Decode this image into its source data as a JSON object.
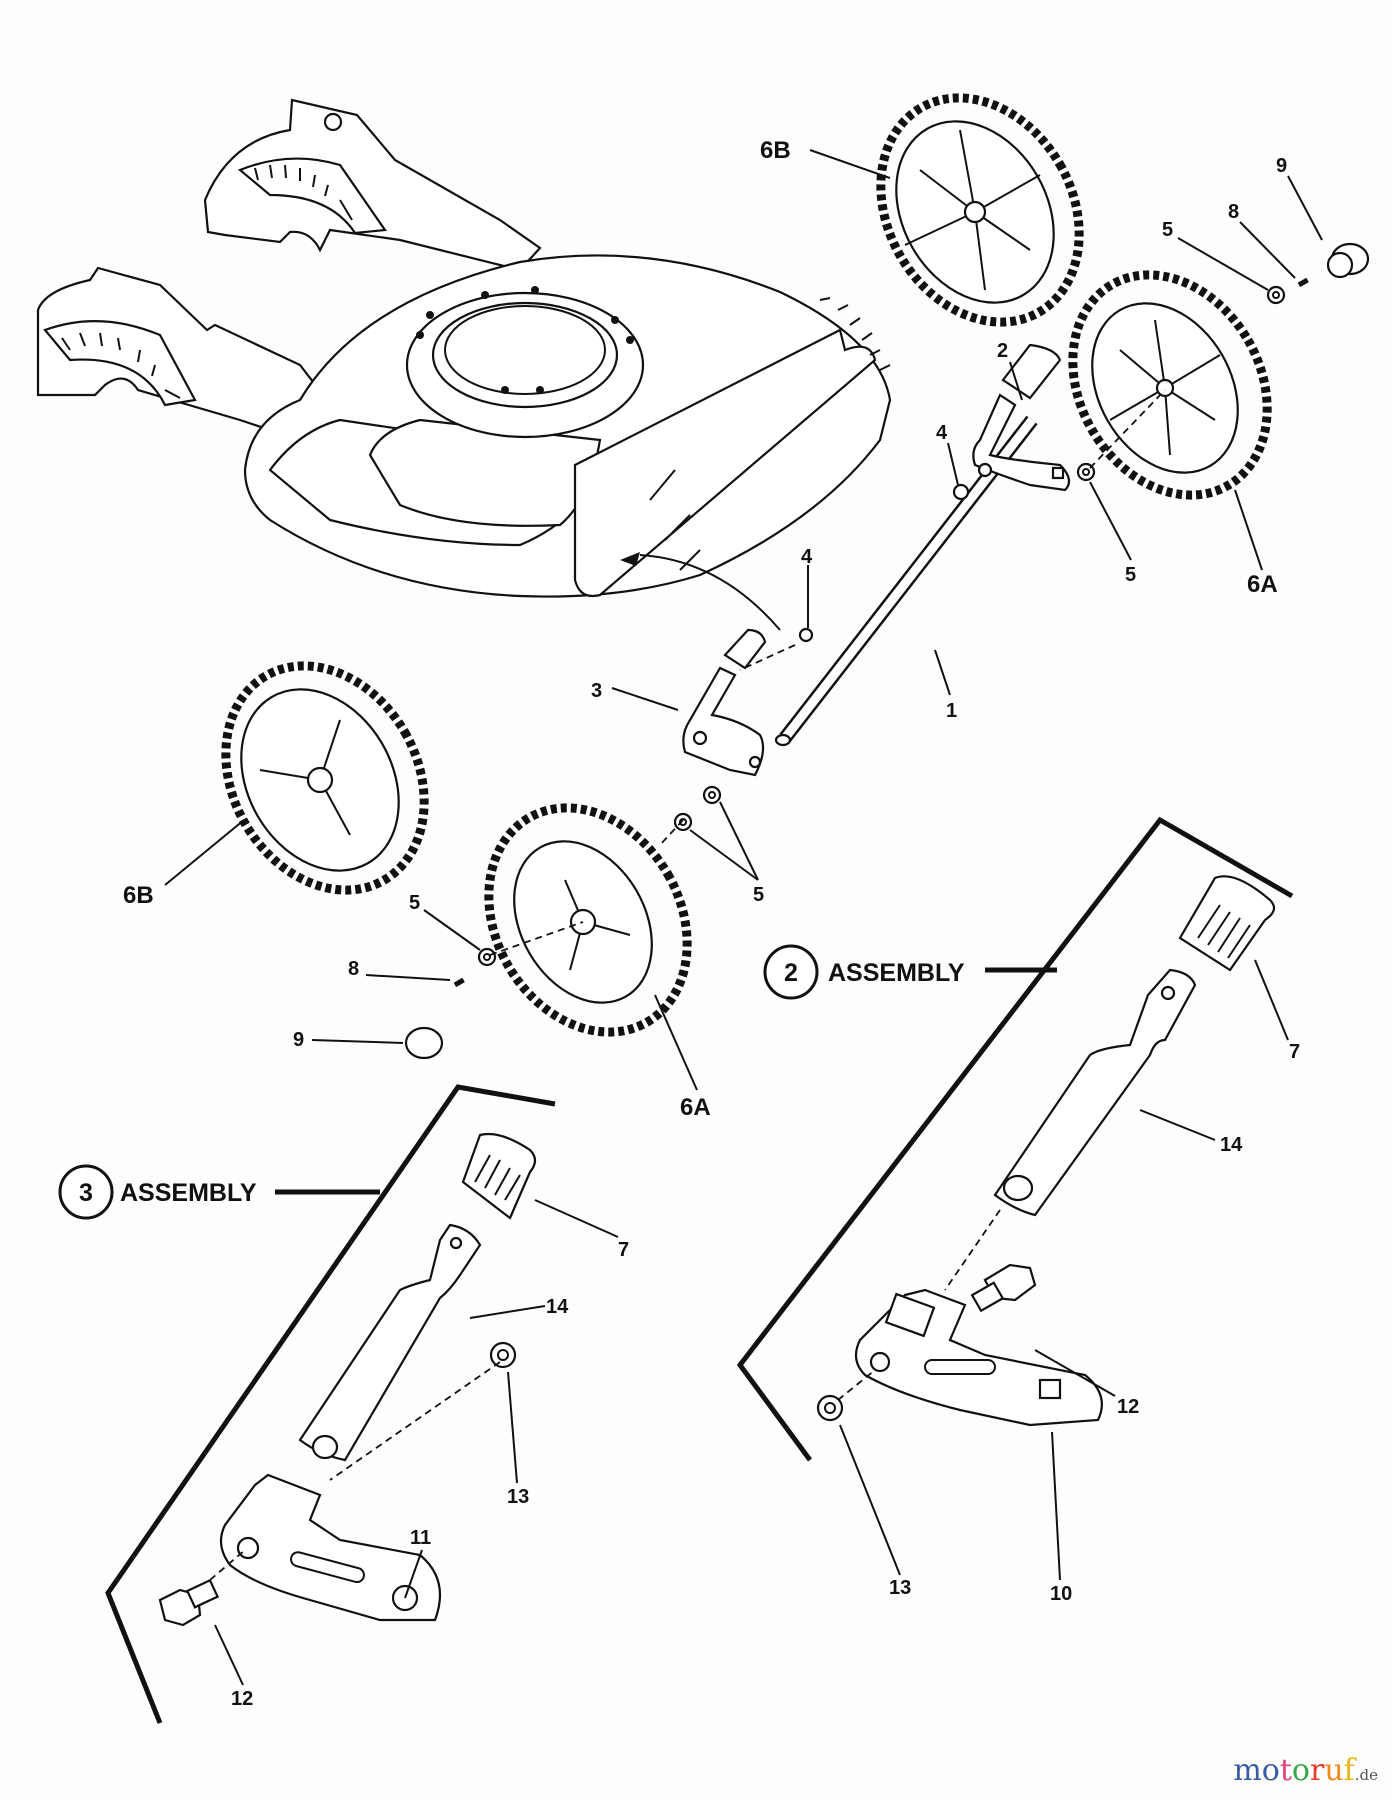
{
  "diagram": {
    "type": "exploded-parts-diagram",
    "subject": "lawn mower deck, wheels and height adjusters",
    "callouts": [
      {
        "id": "c-6b-top",
        "text": "6B"
      },
      {
        "id": "c-9-top",
        "text": "9"
      },
      {
        "id": "c-8-top",
        "text": "8"
      },
      {
        "id": "c-5-top",
        "text": "5"
      },
      {
        "id": "c-2",
        "text": "2"
      },
      {
        "id": "c-4-a",
        "text": "4"
      },
      {
        "id": "c-5-right",
        "text": "5"
      },
      {
        "id": "c-6a-right",
        "text": "6A"
      },
      {
        "id": "c-4-b",
        "text": "4"
      },
      {
        "id": "c-3",
        "text": "3"
      },
      {
        "id": "c-1",
        "text": "1"
      },
      {
        "id": "c-6b-left",
        "text": "6B"
      },
      {
        "id": "c-5-pair",
        "text": "5"
      },
      {
        "id": "c-5-left",
        "text": "5"
      },
      {
        "id": "c-8-left",
        "text": "8"
      },
      {
        "id": "c-9-left",
        "text": "9"
      },
      {
        "id": "c-6a-left",
        "text": "6A"
      },
      {
        "id": "c-7-asm2",
        "text": "7"
      },
      {
        "id": "c-14-asm2",
        "text": "14"
      },
      {
        "id": "c-12-asm2",
        "text": "12"
      },
      {
        "id": "c-13-asm2",
        "text": "13"
      },
      {
        "id": "c-10-asm2",
        "text": "10"
      },
      {
        "id": "c-7-asm3",
        "text": "7"
      },
      {
        "id": "c-14-asm3",
        "text": "14"
      },
      {
        "id": "c-13-asm3",
        "text": "13"
      },
      {
        "id": "c-11-asm3",
        "text": "11"
      },
      {
        "id": "c-12-asm3",
        "text": "12"
      }
    ],
    "assemblies": [
      {
        "number": "2",
        "label": "ASSEMBLY"
      },
      {
        "number": "3",
        "label": "ASSEMBLY"
      }
    ]
  },
  "watermark": {
    "letters": [
      "m",
      "o",
      "t",
      "o",
      "r",
      "u",
      "f"
    ],
    "colors": [
      "#3b5ba5",
      "#3b5ba5",
      "#e0457b",
      "#3aa54a",
      "#e23b2e",
      "#f08a1c",
      "#e8b514"
    ],
    "suffix": ".de"
  }
}
